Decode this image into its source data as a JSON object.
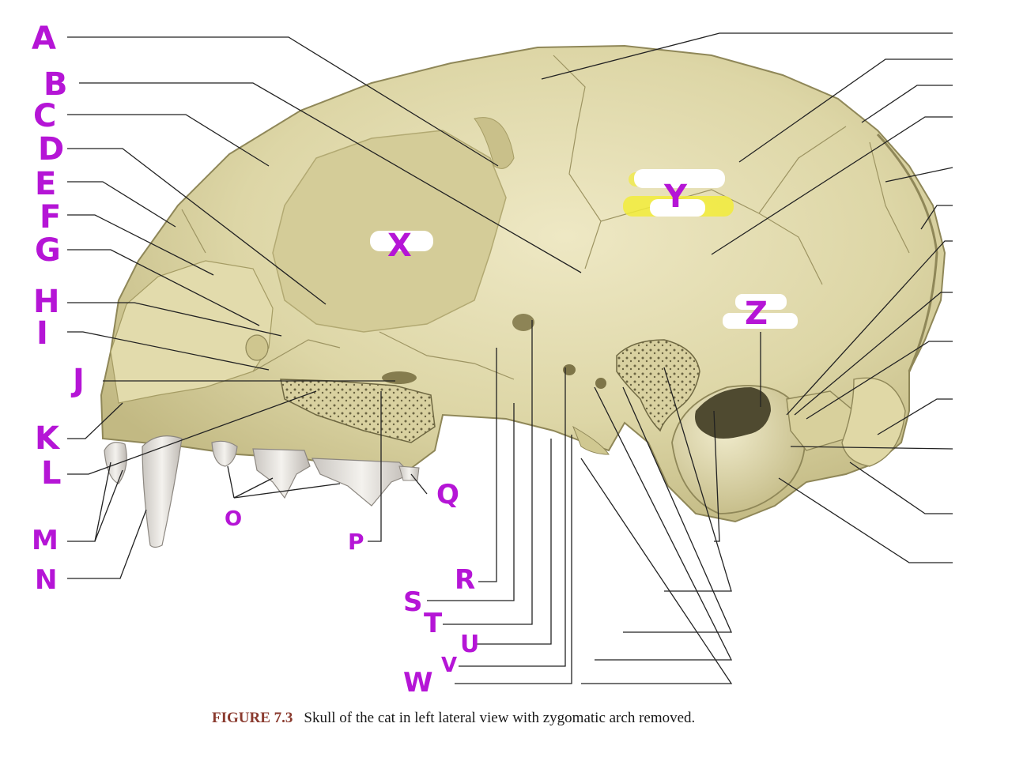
{
  "figure": {
    "number": "FIGURE 7.3",
    "caption": "Skull of the cat in left lateral view with zygomatic arch removed."
  },
  "left_labels": [
    "A",
    "B",
    "C",
    "D",
    "E",
    "F",
    "G",
    "H",
    "I",
    "J",
    "K",
    "L",
    "M",
    "N"
  ],
  "bottom_labels": [
    "O",
    "P",
    "Q",
    "R",
    "S",
    "T",
    "U",
    "V",
    "W"
  ],
  "region_labels": [
    "X",
    "Y",
    "Z"
  ],
  "colors": {
    "handwriting": "#b515d6",
    "bone": "#ddd6a6",
    "bone_shadow": "#b6ad78",
    "teeth": "#e6e2dc",
    "highlight": "#f2ec3a",
    "caption_number": "#8a3a2e"
  }
}
